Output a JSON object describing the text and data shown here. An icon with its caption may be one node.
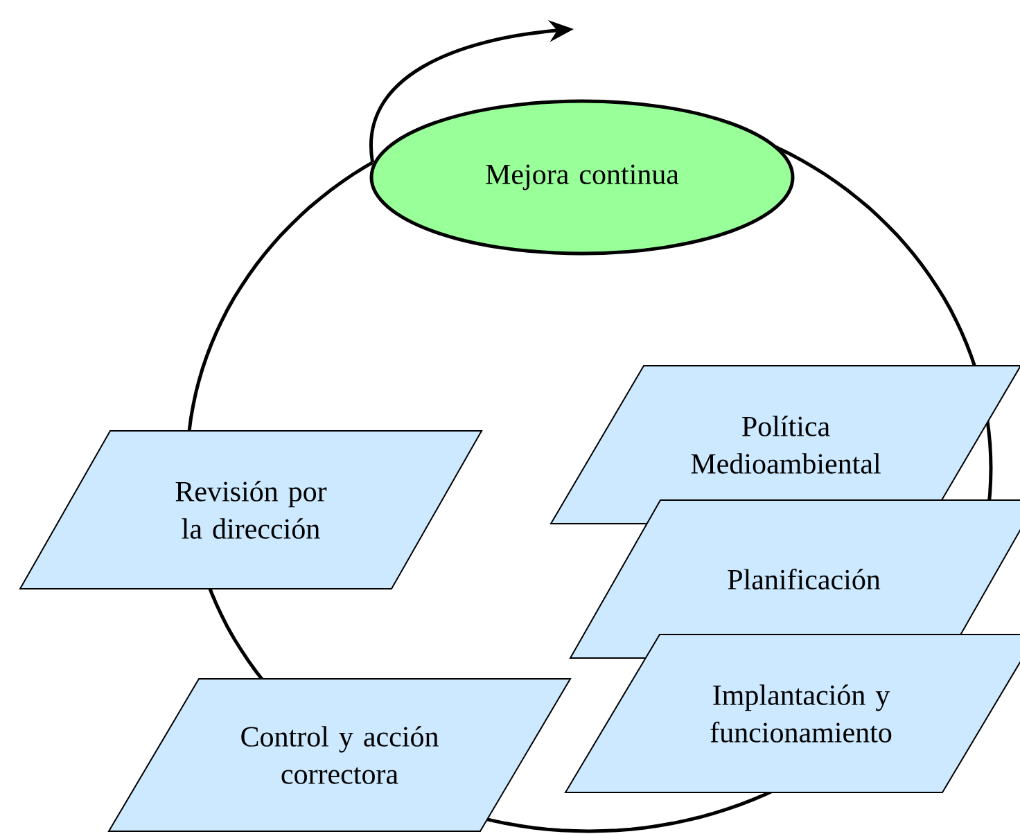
{
  "diagram": {
    "nodes": [
      {
        "text": [
          "Mejora continua"
        ]
      },
      {
        "text": [
          "Revisión por la dirección"
        ]
      },
      {
        "text": [
          "Política Medioambiental"
        ]
      },
      {
        "text": [
          "Planificación"
        ]
      },
      {
        "text": [
          "Implantación y funcionamiento"
        ]
      },
      {
        "text": [
          "Control y acción correctora"
        ]
      }
    ]
  }
}
